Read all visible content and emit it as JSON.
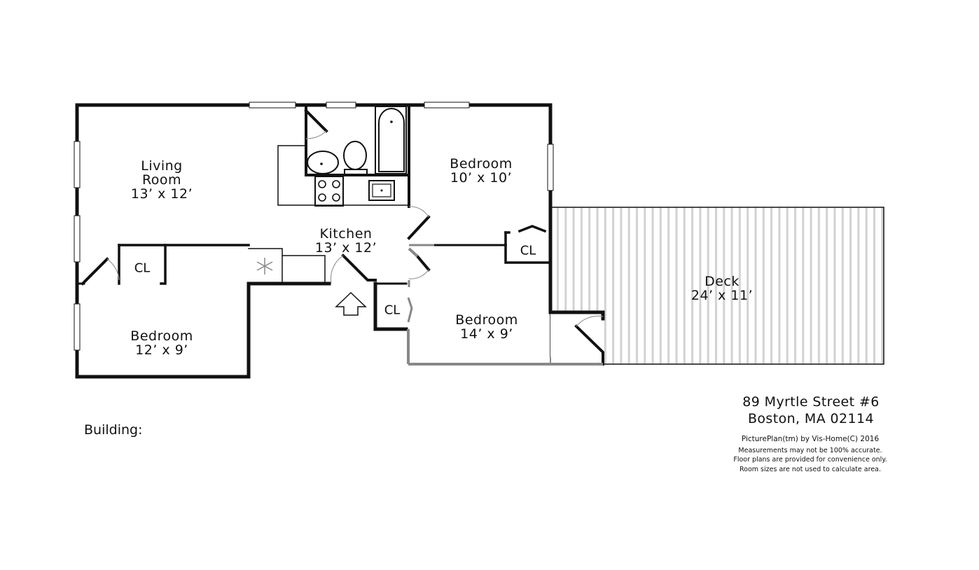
{
  "rooms": {
    "living_room": {
      "name_line1": "Living",
      "name_line2": "Room",
      "size": "13’ x 12’"
    },
    "kitchen": {
      "name": "Kitchen",
      "size": "13’ x 12’"
    },
    "bedroom_ne": {
      "name": "Bedroom",
      "size": "10’ x 10’"
    },
    "bedroom_sw": {
      "name": "Bedroom",
      "size": "12’ x 9’"
    },
    "bedroom_se": {
      "name": "Bedroom",
      "size": "14’ x 9’"
    },
    "deck": {
      "name": "Deck",
      "size": "24’ x 11’"
    }
  },
  "closets": {
    "label": "CL"
  },
  "address": {
    "line1": "89 Myrtle Street #6",
    "line2": "Boston, MA 02114"
  },
  "notes": {
    "copyright": "PicturePlan(tm) by Vis-Home(C) 2016",
    "line1": "Measurements may not be 100% accurate.",
    "line2": "Floor plans are provided for convenience only.",
    "line3": "Room sizes are not used to calculate area."
  },
  "building_label": "Building:",
  "colors": {
    "wall": "#111111",
    "deck_stripe": "#cfcfcf",
    "door_arc": "#999999",
    "gray_wall": "#888888"
  }
}
